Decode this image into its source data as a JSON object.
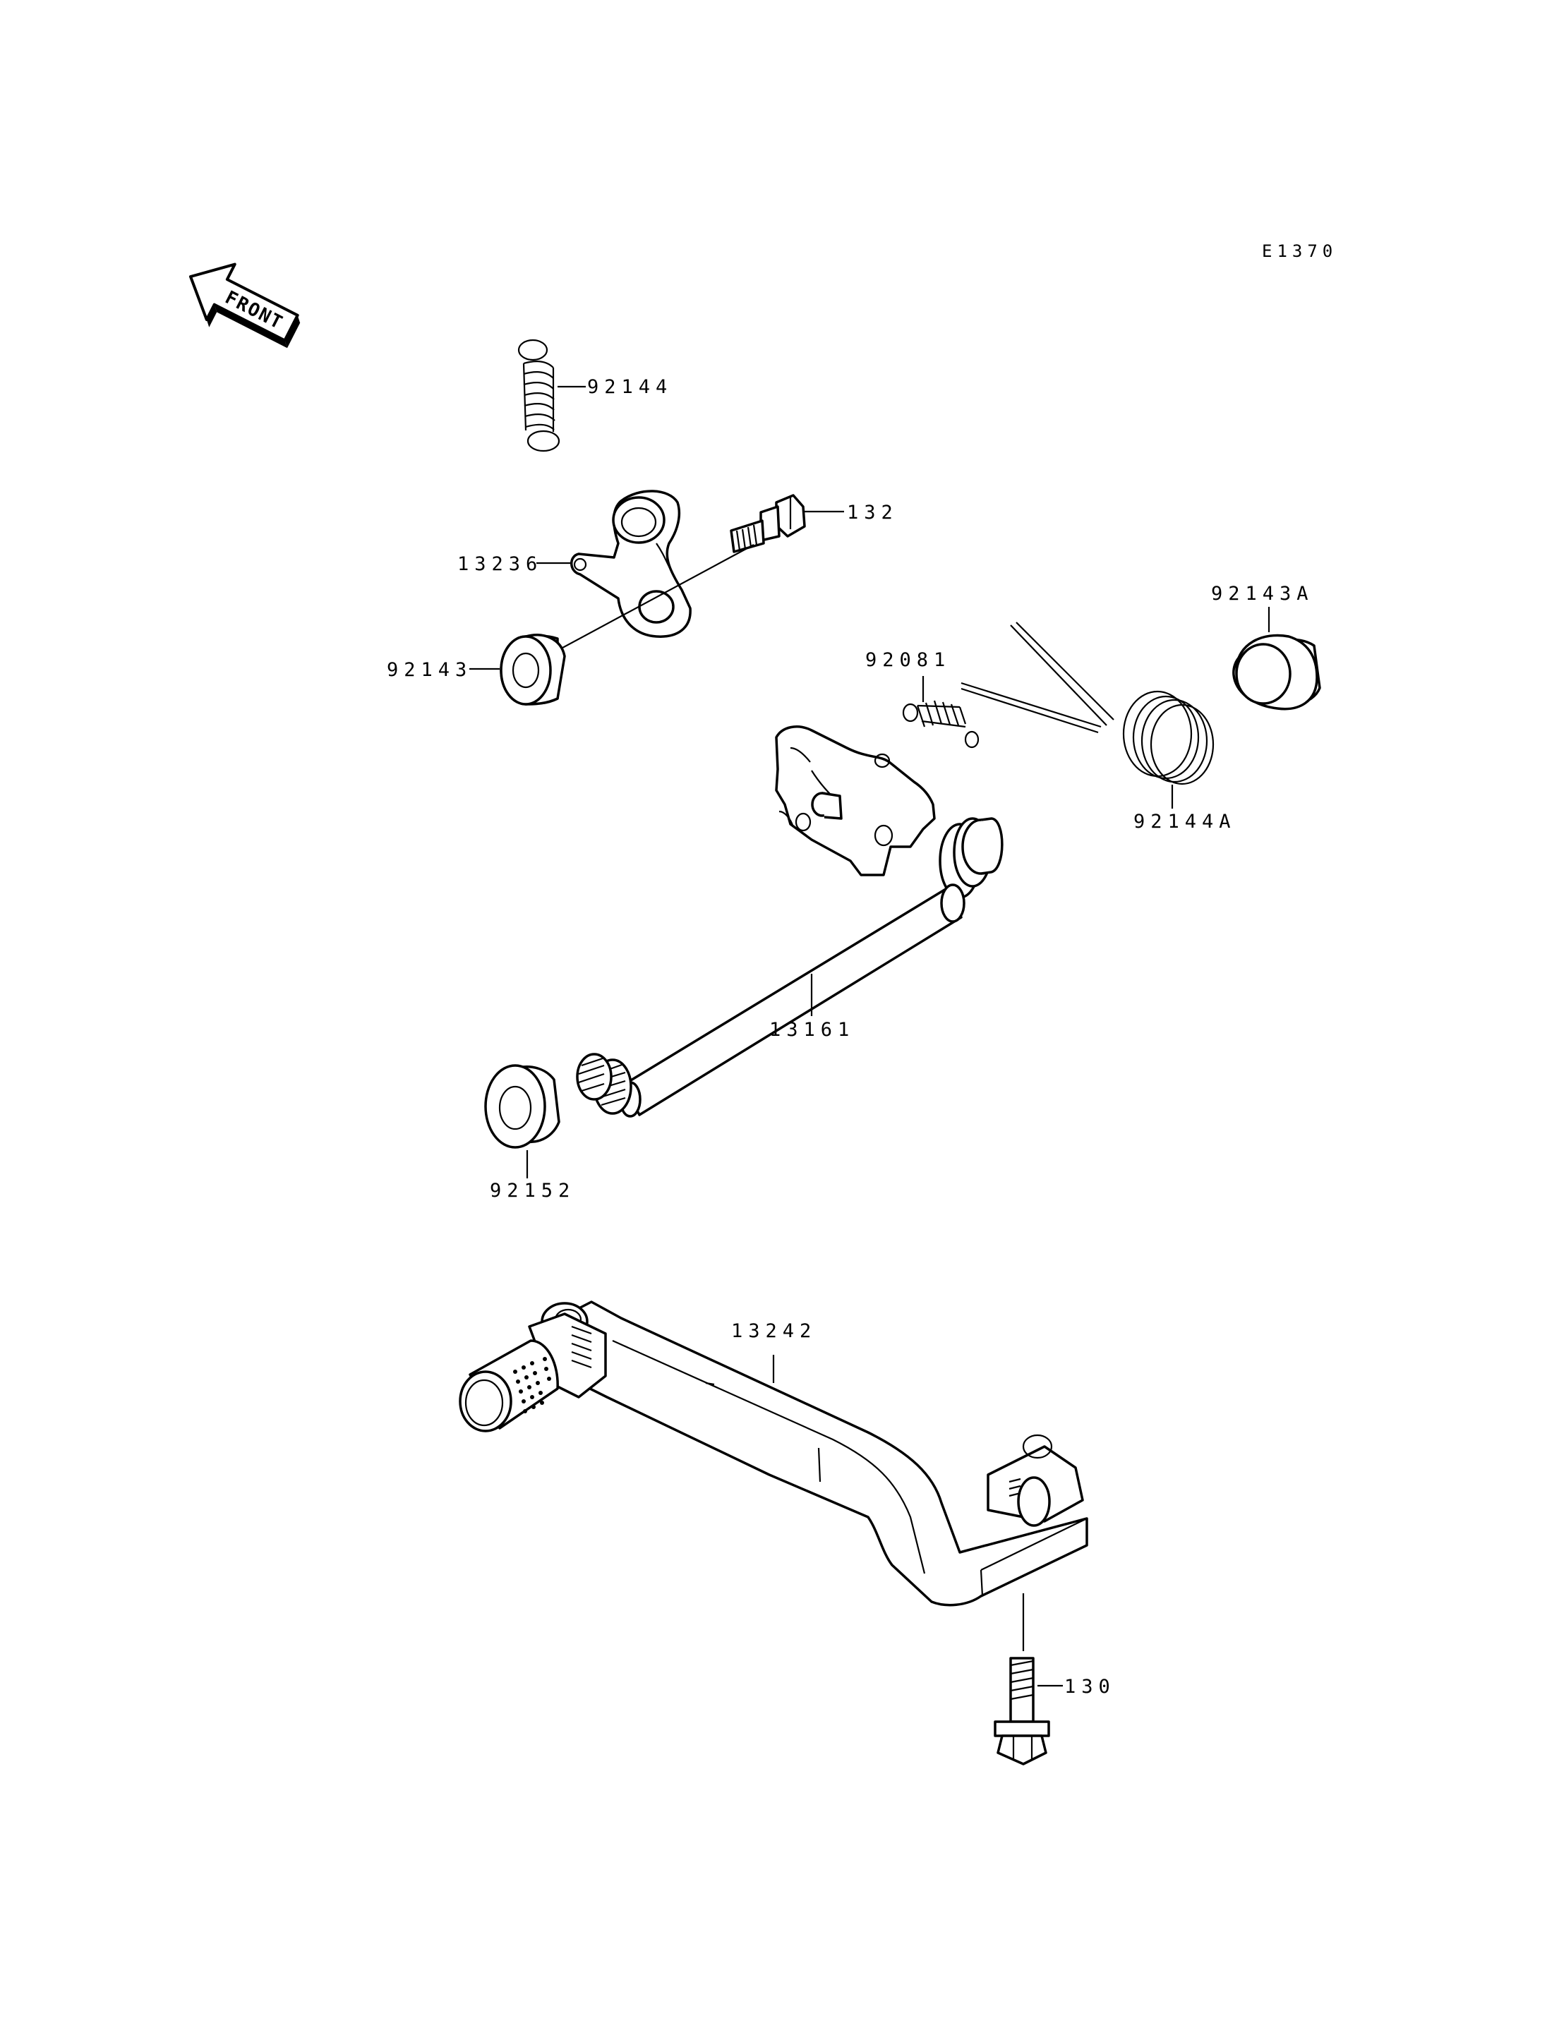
{
  "diagram": {
    "code": "E1370",
    "front_label": "FRONT",
    "parts": [
      {
        "id": "p92144",
        "label": "92144"
      },
      {
        "id": "p132",
        "label": "132"
      },
      {
        "id": "p13236",
        "label": "13236"
      },
      {
        "id": "p92143",
        "label": "92143"
      },
      {
        "id": "p92081",
        "label": "92081"
      },
      {
        "id": "p92143A",
        "label": "92143A"
      },
      {
        "id": "p92144A",
        "label": "92144A"
      },
      {
        "id": "p13161",
        "label": "13161"
      },
      {
        "id": "p92152",
        "label": "92152"
      },
      {
        "id": "p13242",
        "label": "13242"
      },
      {
        "id": "p130",
        "label": "130"
      }
    ]
  }
}
